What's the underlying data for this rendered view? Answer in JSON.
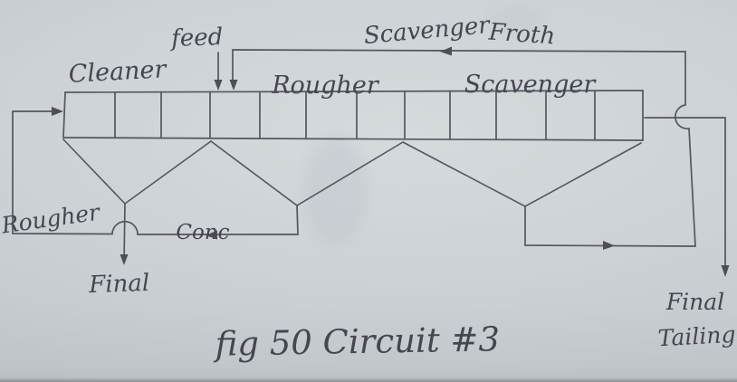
{
  "figure": {
    "caption": "fig 50 Circuit #3"
  },
  "labels": {
    "feed": "feed",
    "cleaner_section": "Cleaner",
    "rougher_section": "Rougher",
    "scavenger_section": "Scavenger",
    "scavenger_froth_word1": "Scavenger",
    "scavenger_froth_word2": "Froth",
    "rougher_conc_word1": "Rougher",
    "rougher_conc_word2": "Conc",
    "final_conc": "Final",
    "final_tailing_line1": "Final",
    "final_tailing_line2": "Tailing"
  },
  "bank": {
    "cell_count": 12,
    "sections": [
      {
        "name": "Cleaner",
        "cells": 3
      },
      {
        "name": "Rougher",
        "cells": 4
      },
      {
        "name": "Scavenger",
        "cells": 5
      }
    ]
  },
  "colors": {
    "paper": "#cbd0d4",
    "pencil_line": "#55565e",
    "pencil_ink": "#45464f"
  }
}
